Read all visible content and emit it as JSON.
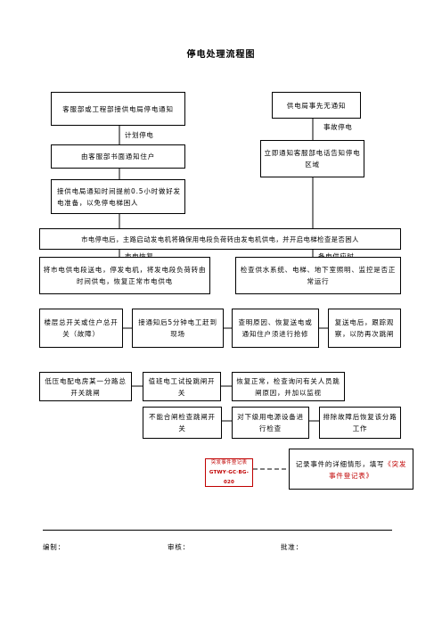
{
  "title": "停电处理流程图",
  "boxes": {
    "customer_notice": "客服部或工程部接供电局停电通知",
    "supplier_no_notice": "供电局事先无通知",
    "written_notice": "由客服部书面通知住户",
    "phone_notice": "立即通知客服部电话告知停电区域",
    "prep": "接供电局通知时间提前0.5小时做好发电准备，以免停电梯困人",
    "generator": "市电停电后，主路启动发电机将确保用电段负荷转由发电机供电，并开启电梯检查是否困人",
    "restore_mains": "将市电供电段送电，停发电机，将发电段负荷转由时间供电，恢复正常市电供电",
    "check_systems": "检查供水系统、电梯、地下室照明、监控是否正常运行",
    "floor_switch": "楼层总开关或住户总开关（故障）",
    "arrive": "接通知后5分钟电工赶到现场",
    "find_cause": "查明原因、恢复送电或通知住户须进行抢修",
    "follow_up": "复送电后，跟踪观察，以防再次跳闸",
    "lv_trip": "低压电配电房某一分路总开关跳闸",
    "duty_test": "值班电工试投跳闸开关",
    "recover": "恢复正常，检查询问有关人员跳闸原因，并加以监视",
    "cannot_close": "不能合闸检查跳闸开关",
    "check_devices": "对下级用电源设备进行检查",
    "restore_branch": "排除故障后恢复该分路工作",
    "record_pre": "记录事件的详细情形，填写",
    "record_form": "《突发事件登记表》"
  },
  "labels": {
    "planned": "计划停电",
    "accident": "事故停电",
    "mains_restore": "市电恢复",
    "backup_on": "备电供应时"
  },
  "stamp": {
    "title": "突发事件登记表",
    "code": "GTWY·GC·BG-020"
  },
  "footer": {
    "prepared": "编制：",
    "reviewed": "审核：",
    "approved": "批准："
  }
}
